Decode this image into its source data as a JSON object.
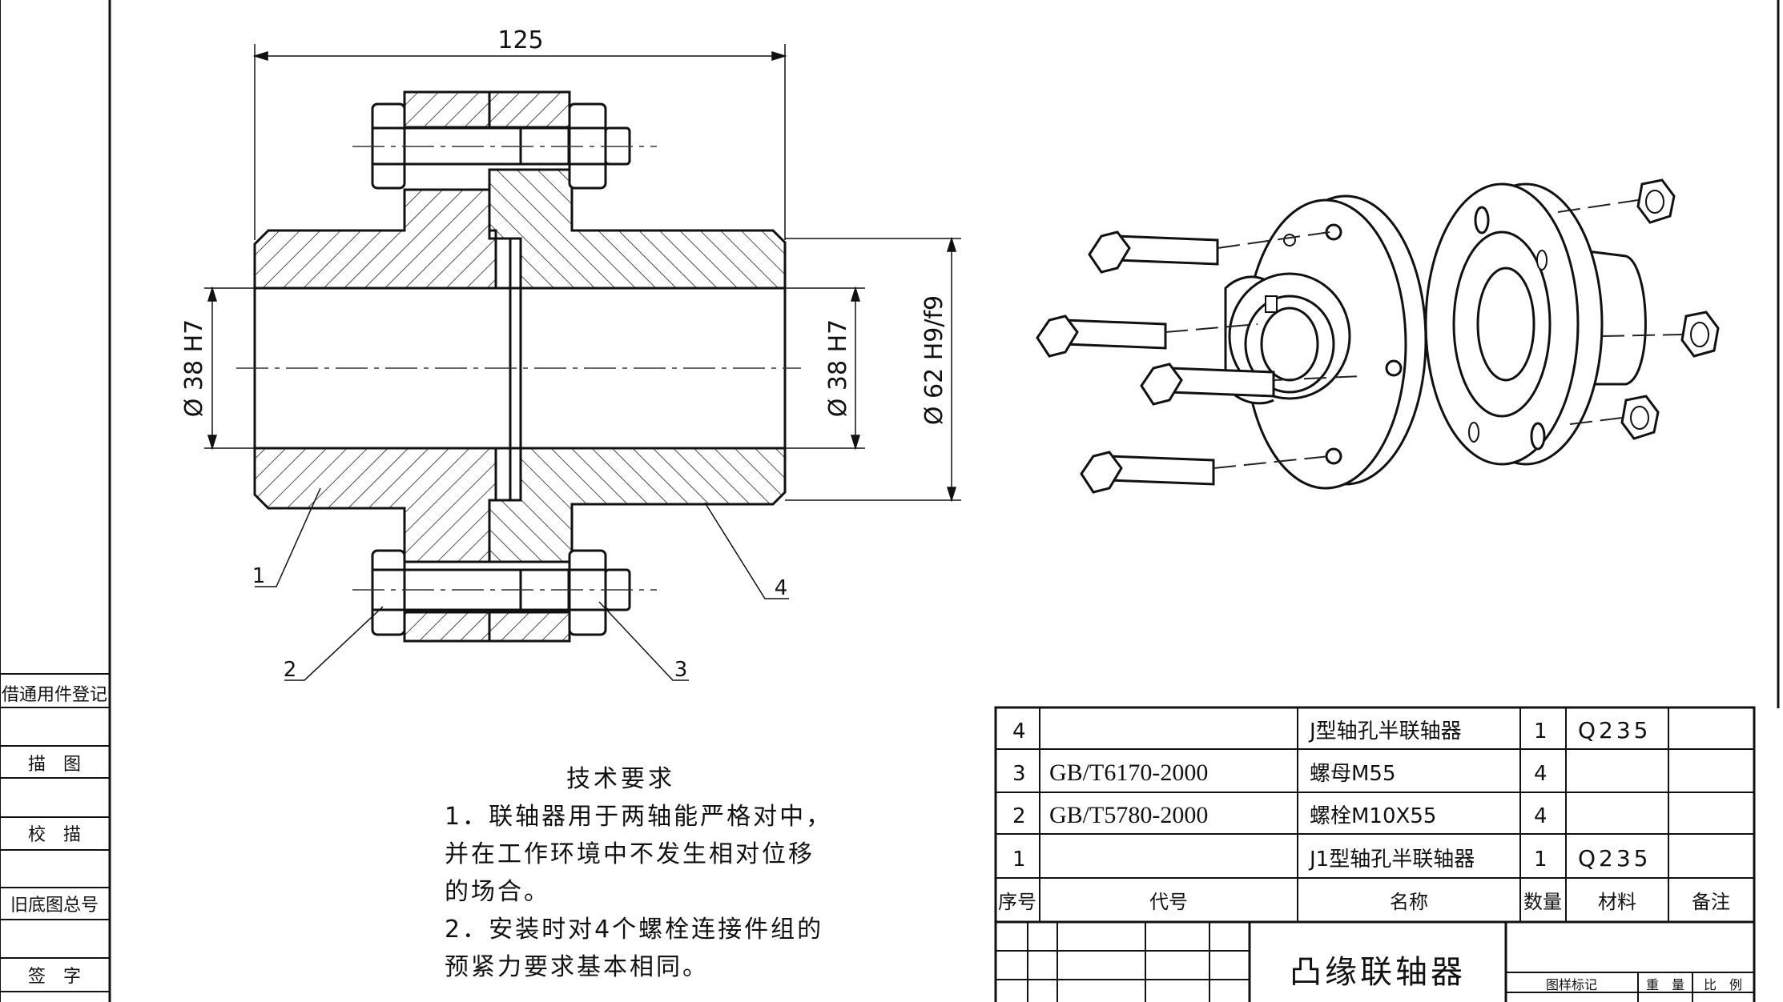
{
  "sidebar": {
    "cells": [
      "借通用件登记",
      "描　图",
      "校　描",
      "旧底图总号",
      "签　字"
    ]
  },
  "dimensions": {
    "overall_length": "125",
    "bore_left": "Ø 38 H7",
    "bore_right": "Ø 38 H7",
    "spigot_fit": "Ø 62 H9/f9"
  },
  "part_labels": [
    "1",
    "2",
    "3",
    "4"
  ],
  "technical_requirements": {
    "title": "技术要求",
    "lines": [
      "1．联轴器用于两轴能严格对中，",
      "并在工作环境中不发生相对位移",
      "的场合。",
      "2．安装时对4个螺栓连接件组的",
      "预紧力要求基本相同。"
    ]
  },
  "bom": {
    "headers": [
      "序号",
      "代号",
      "名称",
      "数量",
      "材料",
      "备注"
    ],
    "rows": [
      {
        "no": "4",
        "code": "",
        "name": "J型轴孔半联轴器",
        "qty": "1",
        "material": "Q235",
        "note": ""
      },
      {
        "no": "3",
        "code": "GB/T6170-2000",
        "name": "螺母M55",
        "qty": "4",
        "material": "",
        "note": ""
      },
      {
        "no": "2",
        "code": "GB/T5780-2000",
        "name": "螺栓M10X55",
        "qty": "4",
        "material": "",
        "note": ""
      },
      {
        "no": "1",
        "code": "",
        "name": "J1型轴孔半联轴器",
        "qty": "1",
        "material": "Q235",
        "note": ""
      }
    ]
  },
  "title_block": {
    "drawing_name": "凸缘联轴器",
    "col_mark": "图样标记",
    "col_weight": "重　量",
    "col_scale": "比　例"
  }
}
